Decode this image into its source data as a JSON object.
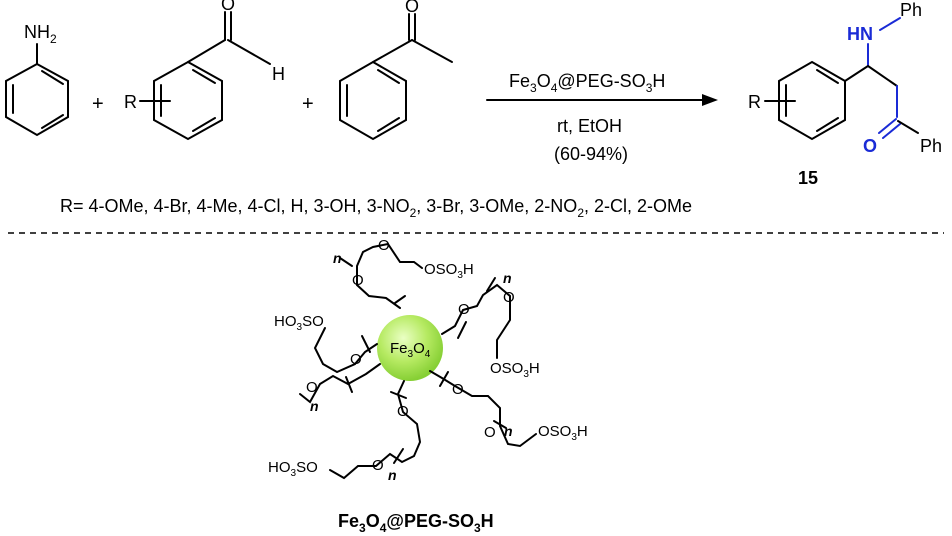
{
  "reaction": {
    "aniline_label": "NH2",
    "aldehyde_h": "H",
    "aldehyde_o": "O",
    "aldehyde_r": "R",
    "ketone_o": "O",
    "plus": "+",
    "catalyst_prefix": "Fe3O4@PEG-SO3H",
    "condition_1": "rt, EtOH",
    "condition_2": "(60-94%)",
    "product_nh": "HN",
    "product_ph1": "Ph",
    "product_o": "O",
    "product_ph2": "Ph",
    "product_r": "R",
    "product_number": "15",
    "substituents": "R= 4-OMe, 4-Br, 4-Me, 4-Cl, H, 3-OH, 3-NO2, 3-Br, 3-OMe, 2-NO2, 2-Cl, 2-OMe"
  },
  "catalyst": {
    "core_label": "Fe3O4",
    "chain_end": "OSO3H",
    "chain_start": "HO3SO",
    "oxygen": "O",
    "repeat_n": "n",
    "caption": "Fe3O4@PEG-SO3H"
  },
  "colors": {
    "blue": "#1a2bd6",
    "sphere_light": "#d9f7a0",
    "sphere_dark": "#8fd63a"
  }
}
